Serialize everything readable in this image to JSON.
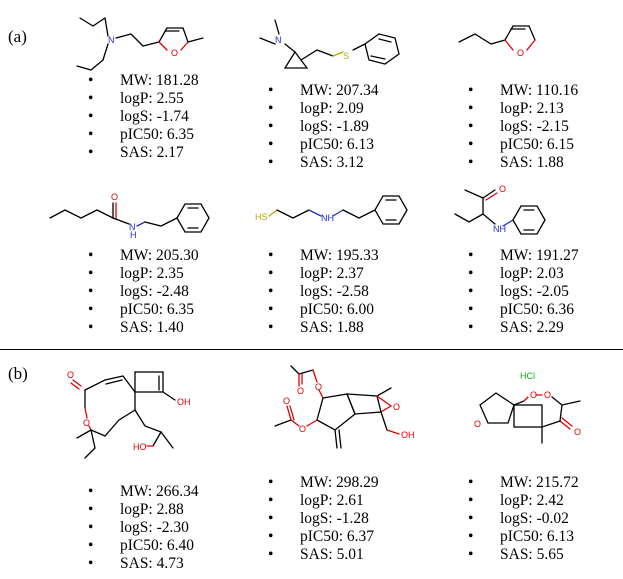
{
  "panels": {
    "a": {
      "label": "(a)",
      "molecules": [
        {
          "atoms": {
            "n": "N",
            "o": "O"
          },
          "props": [
            "MW: 181.28",
            "logP: 2.55",
            "logS: -1.74",
            "pIC50: 6.35",
            "SAS: 2.17"
          ]
        },
        {
          "atoms": {
            "n": "N",
            "s": "S"
          },
          "props": [
            "MW: 207.34",
            "logP: 2.09",
            "logS: -1.89",
            "pIC50: 6.13",
            "SAS: 3.12"
          ]
        },
        {
          "atoms": {
            "o": "O"
          },
          "props": [
            "MW: 110.16",
            "logP: 2.13",
            "logS: -2.15",
            "pIC50: 6.15",
            "SAS: 1.88"
          ]
        },
        {
          "atoms": {
            "o": "O",
            "nh": "N",
            "h": "H"
          },
          "props": [
            "MW: 205.30",
            "logP: 2.35",
            "logS: -2.48",
            "pIC50: 6.35",
            "SAS: 1.40"
          ]
        },
        {
          "atoms": {
            "hs": "HS",
            "nh": "NH"
          },
          "props": [
            "MW: 195.33",
            "logP: 2.37",
            "logS: -2.58",
            "pIC50: 6.00",
            "SAS: 1.88"
          ]
        },
        {
          "atoms": {
            "o": "O",
            "nh": "NH"
          },
          "props": [
            "MW: 191.27",
            "logP: 2.03",
            "logS: -2.05",
            "pIC50: 6.36",
            "SAS: 2.29"
          ]
        }
      ]
    },
    "b": {
      "label": "(b)",
      "molecules": [
        {
          "atoms": {
            "o1": "O",
            "o2": "O",
            "oh": "OH",
            "ho": "HO"
          },
          "props": [
            "MW: 266.34",
            "logP: 2.88",
            "logS: -2.30",
            "pIC50: 6.40",
            "SAS: 4.73"
          ]
        },
        {
          "atoms": {
            "o1": "O",
            "o2": "O",
            "o3": "O",
            "o4": "O",
            "o5": "O",
            "oh": "OH"
          },
          "props": [
            "MW: 298.29",
            "logP: 2.61",
            "logS: -1.28",
            "pIC50: 6.37",
            "SAS: 5.01"
          ]
        },
        {
          "atoms": {
            "hcl": "HCl",
            "o1": "O",
            "o2": "O",
            "o3": "O",
            "o4": "O"
          },
          "props": [
            "MW: 215.72",
            "logP: 2.42",
            "logS: -0.02",
            "pIC50: 6.13",
            "SAS: 5.65"
          ]
        }
      ]
    }
  }
}
